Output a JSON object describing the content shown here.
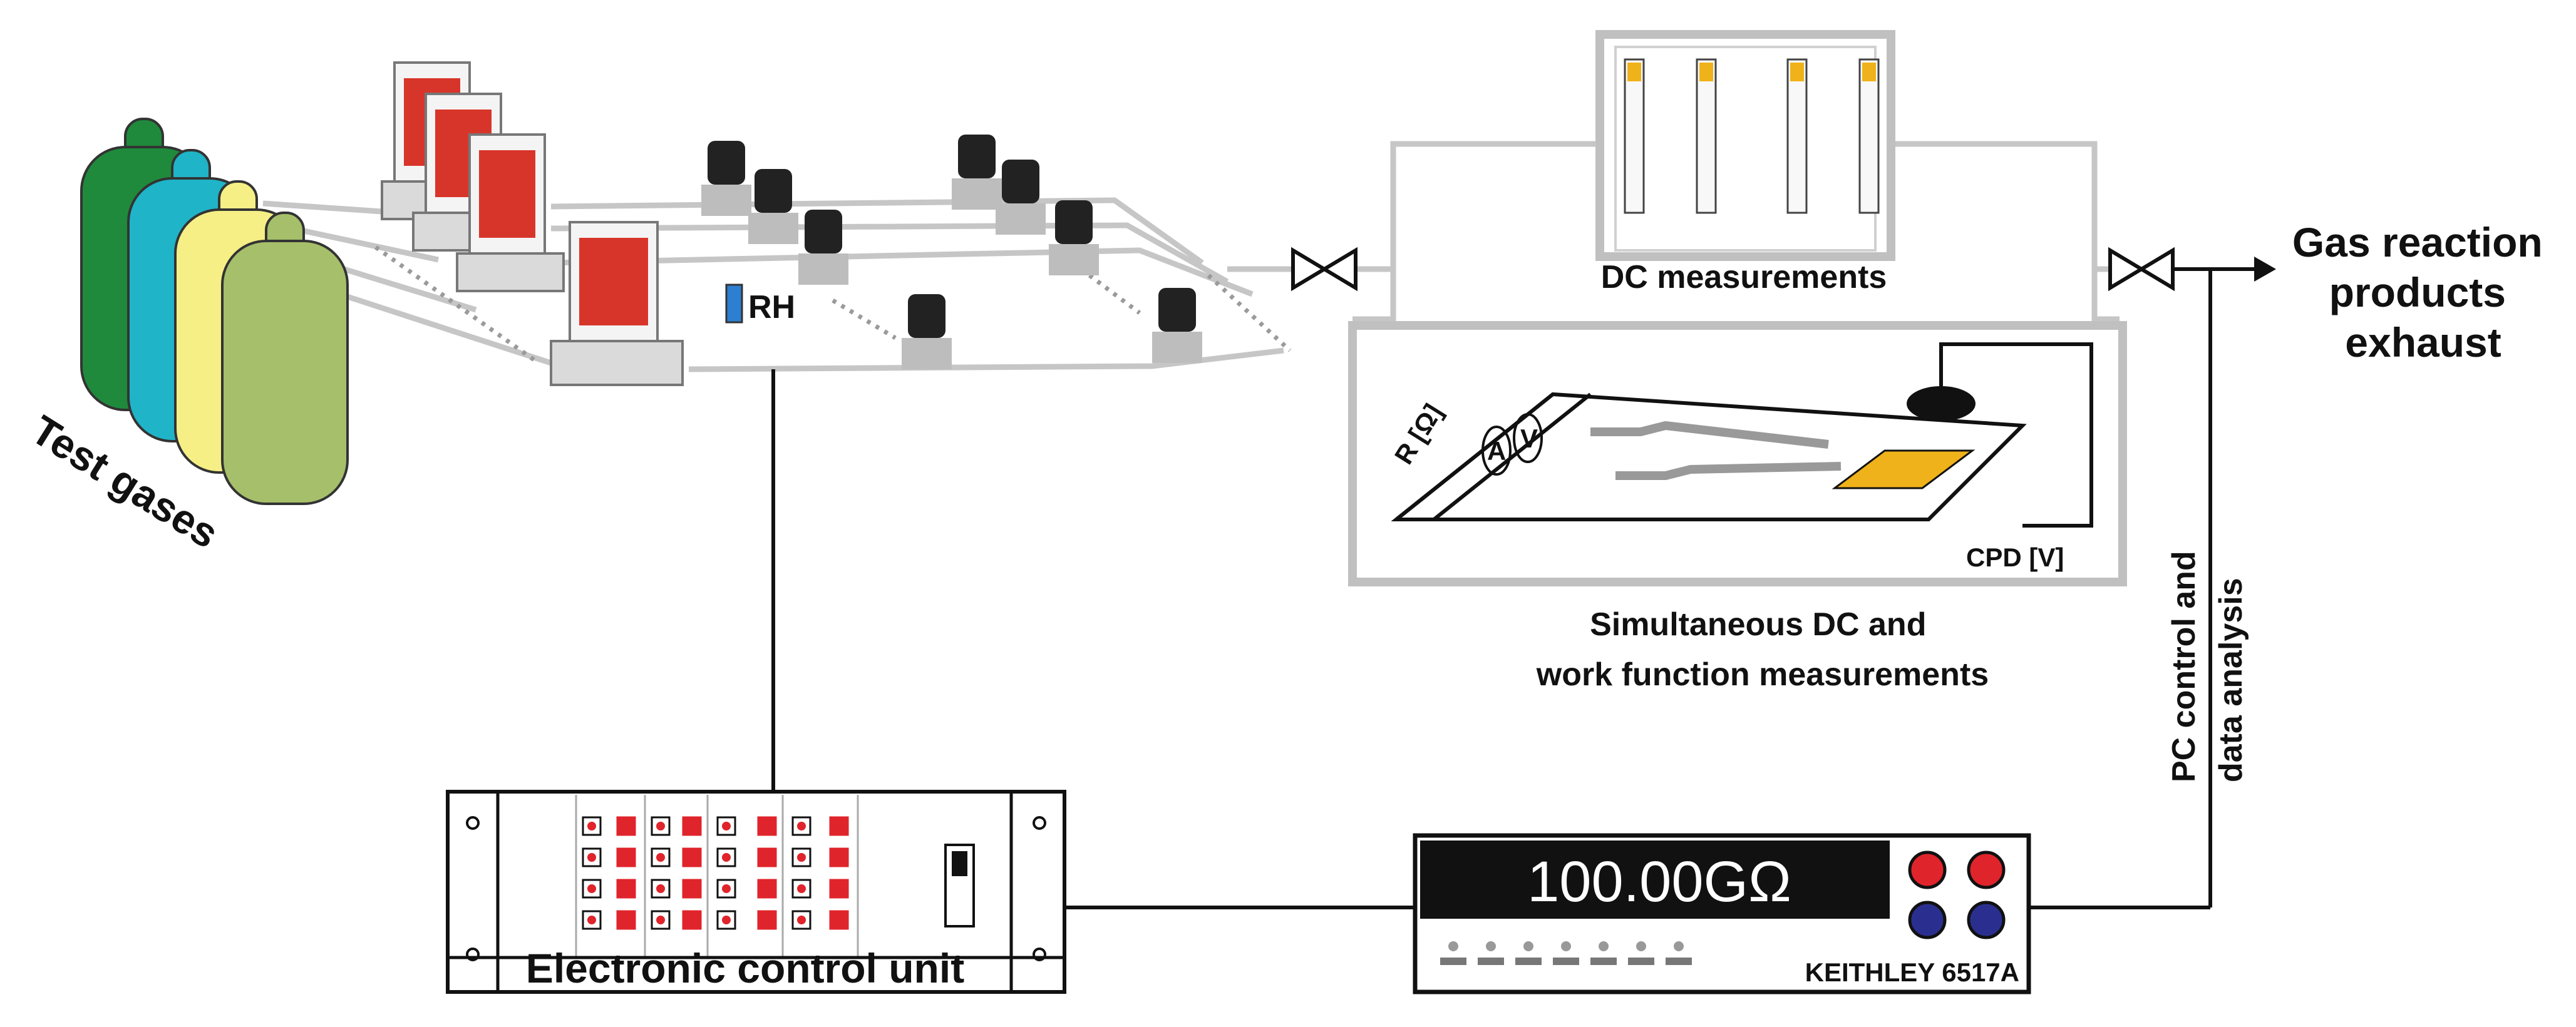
{
  "labels": {
    "test_gases": "Test gases",
    "rh": "RH",
    "dc_measurements": "DC measurements",
    "gas_exhaust": [
      "Gas reaction",
      "products",
      "exhaust"
    ],
    "simultaneous": [
      "Simultaneous DC and",
      "work function measurements"
    ],
    "pc_control": [
      "PC control and",
      "data analysis"
    ],
    "electronic_control_unit": "Electronic control unit",
    "electrometer_reading": "100.00GΩ",
    "electrometer_model": "KEITHLEY 6517A",
    "resistance": "R [Ω]",
    "cpd": "CPD [V]",
    "ammeter_symbol": "A",
    "voltmeter_symbol": "V"
  },
  "colors": {
    "cylinder_1": "#1f8a3c",
    "cylinder_2": "#1fb4c8",
    "cylinder_3": "#f5ef86",
    "cylinder_4": "#a6bf6a",
    "pipe": "#c6c6c6",
    "flow_controller_accent": "#d8352a",
    "rh_sensor": "#2d7fd1",
    "sensor_gold": "#f0b21a",
    "panel_button_red": "#e0242b",
    "electrometer_red": "#e0242b",
    "electrometer_blue": "#2a2f8f"
  },
  "icons": [
    "gas-cylinder-icon",
    "mass-flow-controller-icon",
    "solenoid-valve-icon",
    "needle-valve-icon",
    "gas-sensor-icon",
    "kelvin-probe-icon",
    "electrometer-icon"
  ]
}
